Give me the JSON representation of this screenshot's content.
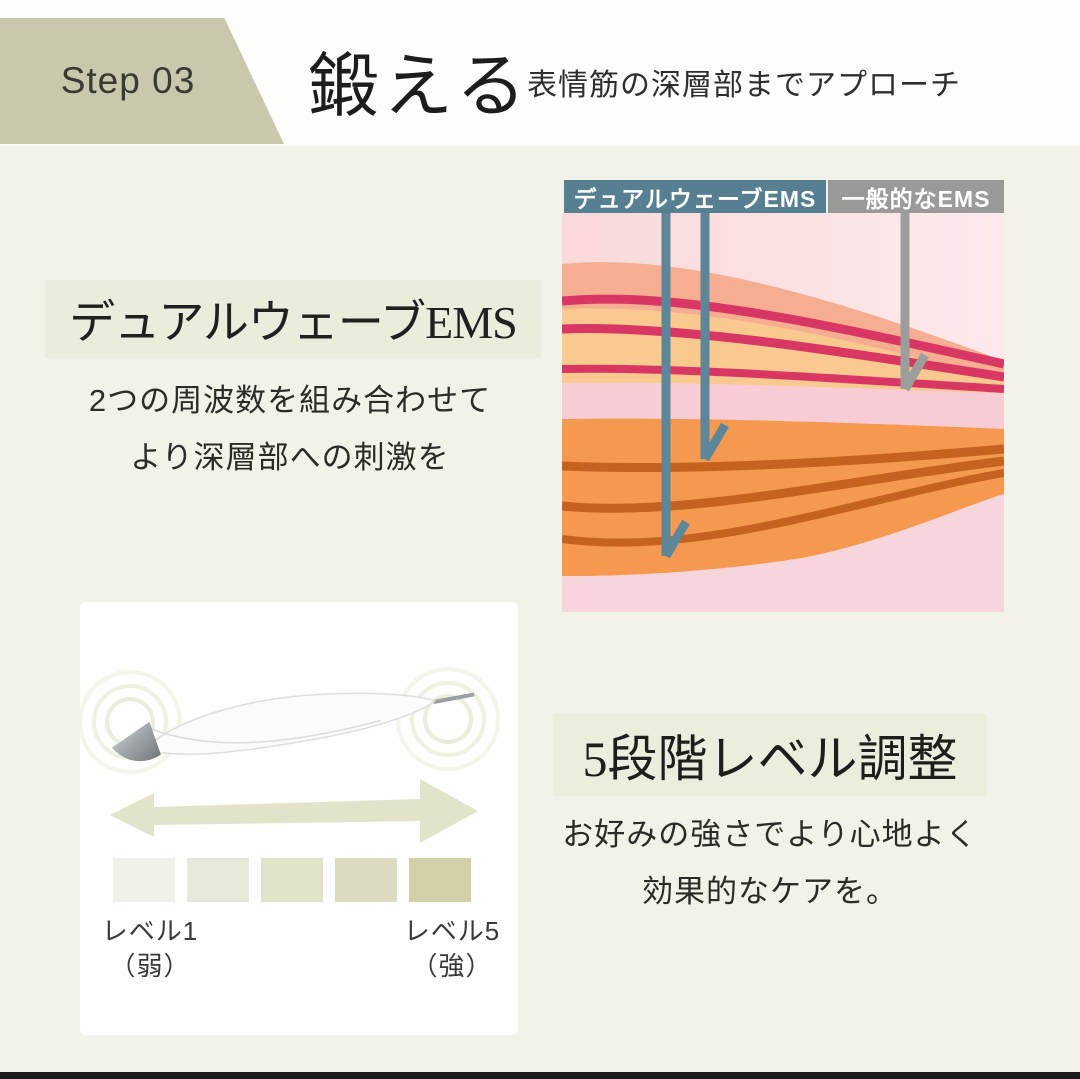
{
  "page": {
    "background_color": "#f3f2e8",
    "top_band_color": "#fdfdfb",
    "bottom_bar_color": "#191919"
  },
  "header": {
    "step_label": "Step 03",
    "step_banner_color": "#cac8ac",
    "title": "鍛える",
    "subtitle": "表情筋の深層部までアプローチ"
  },
  "dual_wave_section": {
    "heading": "デュアルウェーブEMS",
    "heading_bg_color": "#ebecdc",
    "body_line1": "2つの周波数を組み合わせて",
    "body_line2": "より深層部への刺激を"
  },
  "muscle_diagram": {
    "dual_label": "デュアルウェーブEMS",
    "dual_label_color": "#567f91",
    "general_label": "一般的なEMS",
    "general_label_color": "#9a9b99",
    "teal_arrow_color": "#5d8799",
    "gray_arrow_color": "#9d9e9b",
    "shallow_muscle_color": "#d83763",
    "deep_muscle_color": "#c5621f",
    "skin_pink_color": "#fadcdd",
    "deep_band_color": "#f59950"
  },
  "level_card": {
    "square_colors": [
      "#f1f1e9",
      "#e9e9da",
      "#e2e1ca",
      "#dcdbc1",
      "#d2d1a7"
    ],
    "square_styles": [
      "background:#f1f1e9",
      "background:#e9e9da",
      "background:#e2e1ca",
      "background:#dcdbc1",
      "background:#d2d1a7"
    ],
    "level_min_label": "レベル1",
    "level_min_sub": "（弱）",
    "level_max_label": "レベル5",
    "level_max_sub": "（強）"
  },
  "level_section": {
    "heading": "5段階レベル調整",
    "heading_bg_color": "#eceddd",
    "body_line1": "お好みの強さでより心地よく",
    "body_line2": "効果的なケアを。"
  }
}
